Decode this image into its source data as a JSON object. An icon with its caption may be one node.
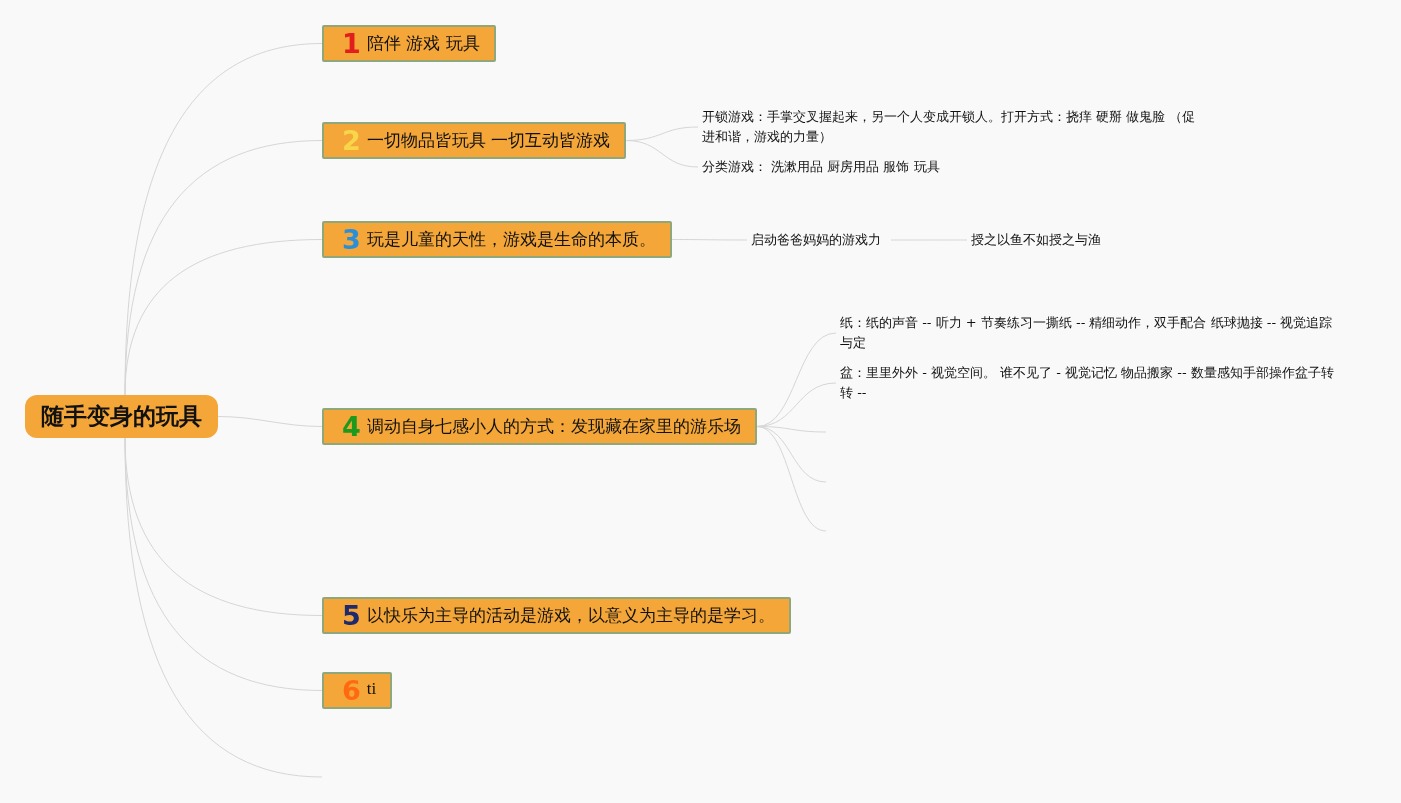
{
  "diagram": {
    "nodes": [
      {
        "text": [
          "随手变身的玩具"
        ]
      },
      {
        "text": [
          "1",
          "陪伴 游戏 玩具"
        ]
      },
      {
        "text": [
          "2",
          "一切物品皆玩具 一切互动皆游戏"
        ]
      },
      {
        "text": [
          "3",
          "玩是儿童的天性，游戏是生命的本质。"
        ]
      },
      {
        "text": [
          "4",
          "调动自身七感小人的方式：发现藏在家里的游乐场"
        ]
      },
      {
        "text": [
          "5",
          "以快乐为主导的活动是游戏，以意义为主导的是学习。"
        ]
      },
      {
        "text": [
          "6",
          "ti"
        ]
      },
      {
        "text": [
          "开锁游戏：手掌交叉握起来，另一个人变成开锁人。打开方式：挠痒 硬掰 做鬼脸 （促进和谐，游戏的力量）"
        ]
      },
      {
        "text": [
          "分类游戏： 洗漱用品 厨房用品 服饰 玩具"
        ]
      },
      {
        "text": [
          "启动爸爸妈妈的游戏力"
        ]
      },
      {
        "text": [
          "授之以鱼不如授之与渔"
        ]
      },
      {
        "text": [
          "纸：纸的声音 -- 听力 + 节奏练习一撕纸 -- 精细动作，双手配合 纸球抛接 -- 视觉追踪与定"
        ]
      },
      {
        "text": [
          "盆：里里外外 - 视觉空间。 谁不见了 - 视觉记忆 物品搬家 -- 数量感知手部操作盆子转转 --"
        ]
      }
    ],
    "edges": [
      {
        "from": 0,
        "to": 1,
        "arrow": "none"
      },
      {
        "from": 0,
        "to": 2,
        "arrow": "none"
      },
      {
        "from": 0,
        "to": 3,
        "arrow": "none"
      },
      {
        "from": 0,
        "to": 4,
        "arrow": "none"
      },
      {
        "from": 0,
        "to": 5,
        "arrow": "none"
      },
      {
        "from": 0,
        "to": 6,
        "arrow": "none"
      },
      {
        "from": 0,
        "to": null,
        "arrow": "none"
      },
      {
        "from": 2,
        "to": 7,
        "arrow": "none"
      },
      {
        "from": 2,
        "to": 8,
        "arrow": "none"
      },
      {
        "from": 3,
        "to": 9,
        "arrow": "none"
      },
      {
        "from": 9,
        "to": 10,
        "arrow": "none"
      },
      {
        "from": 4,
        "to": 11,
        "arrow": "none"
      },
      {
        "from": 4,
        "to": 12,
        "arrow": "none"
      },
      {
        "from": 4,
        "to": null,
        "arrow": "none"
      },
      {
        "from": 4,
        "to": null,
        "arrow": "none"
      },
      {
        "from": 4,
        "to": null,
        "arrow": "none"
      }
    ]
  }
}
